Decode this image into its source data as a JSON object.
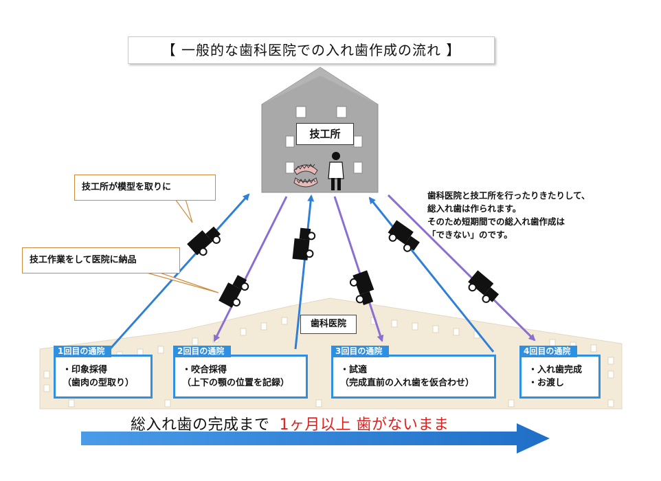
{
  "title": "【 一般的な歯科医院での入れ歯作成の流れ 】",
  "lab": {
    "label": "技工所"
  },
  "clinic": {
    "label": "歯科医院"
  },
  "callouts": {
    "pickup": "技工所が模型を取りに",
    "deliver": "技工作業をして医院に納品"
  },
  "note": {
    "lines": [
      "歯科医院と技工所を行ったりきたりして、",
      "総入れ歯は作られます。",
      "そのため短期間での総入れ歯作成は",
      "「できない」のです。"
    ]
  },
  "visits": [
    {
      "head": "1回目の通院",
      "lines": [
        "・印象採得",
        "（歯肉の型取り）"
      ]
    },
    {
      "head": "2回目の通院",
      "lines": [
        "・咬合採得",
        "（上下の顎の位置を記録）"
      ]
    },
    {
      "head": "3回目の通院",
      "lines": [
        "・試適",
        "（完成直前の入れ歯を仮合わせ）"
      ]
    },
    {
      "head": "4回目の通院",
      "lines": [
        "・入れ歯完成",
        "・お渡し"
      ]
    }
  ],
  "bottom": {
    "text": "総入れ歯の完成まで",
    "highlight": "1ヶ月以上  歯がないまま"
  },
  "colors": {
    "to_lab_arrow": "#2f7fd6",
    "to_clinic_arrow": "#8a6fd1",
    "visit_border": "#2f8fe0",
    "callout_border": "#d08a3a",
    "highlight_text": "#e0201e",
    "clinic_building": "#f3ead8",
    "lab_building": "#a9a9a9"
  },
  "icons": {
    "truck": "truck-icon",
    "dentures": "dentures-icon",
    "technician": "technician-icon"
  }
}
